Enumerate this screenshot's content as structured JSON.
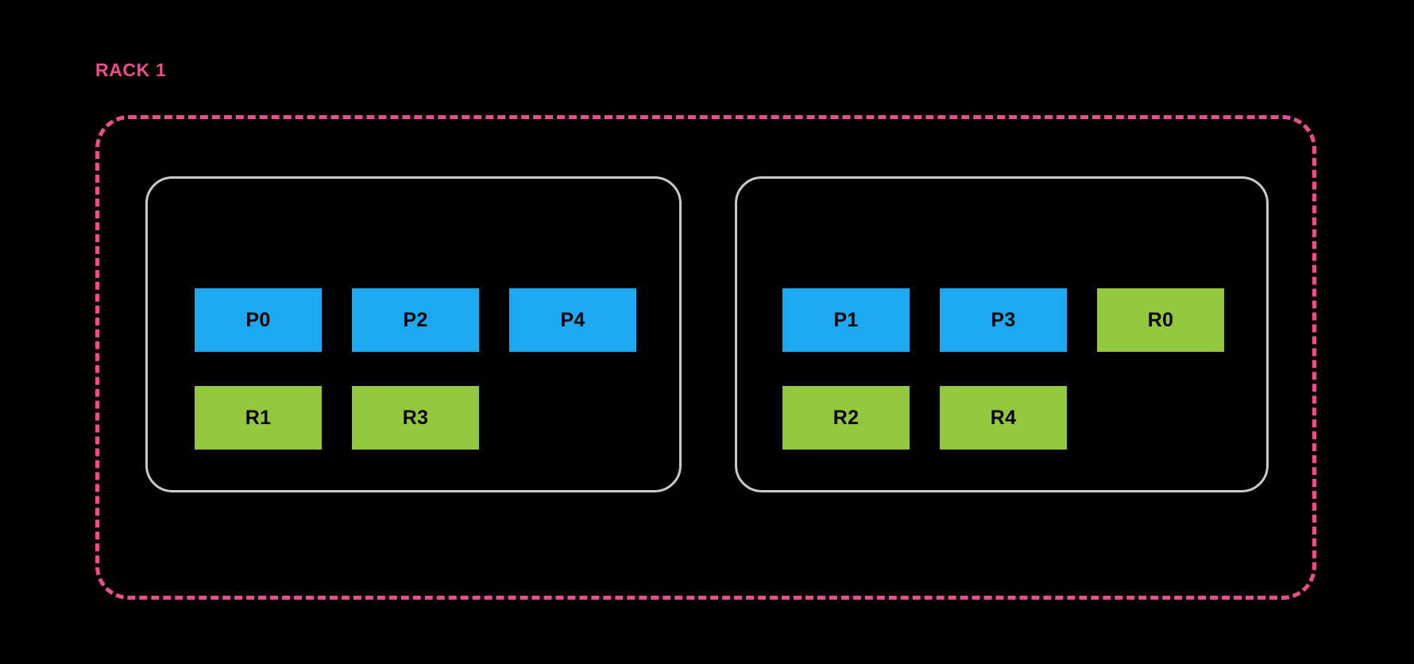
{
  "diagram": {
    "background_color": "#000000",
    "rack": {
      "label": "RACK 1",
      "label_color": "#ED4C8E",
      "boundary_style": "dashed",
      "boundary_color": "#ED4C8E"
    },
    "legend_colors": {
      "primary": "#1DA8F2",
      "replica": "#93C83E",
      "node_border": "#C9C9C9"
    },
    "nodes": [
      {
        "id": "node-left",
        "rows": [
          [
            {
              "label": "P0",
              "kind": "primary"
            },
            {
              "label": "P2",
              "kind": "primary"
            },
            {
              "label": "P4",
              "kind": "primary"
            }
          ],
          [
            {
              "label": "R1",
              "kind": "replica"
            },
            {
              "label": "R3",
              "kind": "replica"
            }
          ]
        ]
      },
      {
        "id": "node-right",
        "rows": [
          [
            {
              "label": "P1",
              "kind": "primary"
            },
            {
              "label": "P3",
              "kind": "primary"
            },
            {
              "label": "R0",
              "kind": "replica"
            }
          ],
          [
            {
              "label": "R2",
              "kind": "replica"
            },
            {
              "label": "R4",
              "kind": "replica"
            }
          ]
        ]
      }
    ]
  }
}
